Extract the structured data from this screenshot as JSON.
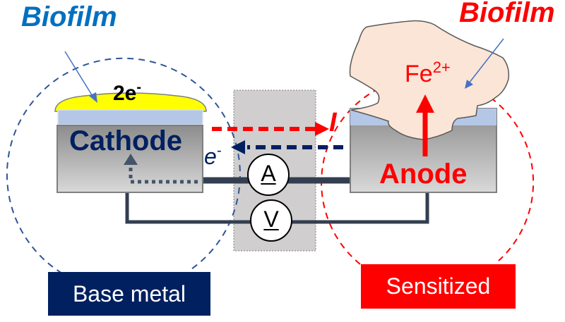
{
  "diagram": {
    "left_biofilm_label": "Biofilm",
    "right_biofilm_label": "Biofilm",
    "electron_pair_label": {
      "base": "2e",
      "sup": "-"
    },
    "cathode_label": "Cathode",
    "anode_label": "Anode",
    "ion_label": {
      "base": "Fe",
      "sup": "2+"
    },
    "electron_flow_label": {
      "base": "e",
      "sup": "-"
    },
    "current_label": "I",
    "ammeter_symbol": "A",
    "voltmeter_symbol": "V",
    "base_metal_tag": "Base metal",
    "sensitized_tag": "Sensitized"
  },
  "colors": {
    "navy": "#002060",
    "red": "#ff0000",
    "biofilm_blue": "#0070c0",
    "biofilm_yellow": "#ffff00",
    "biofilm_peach": "#fbe5d6",
    "passive_layer": "#b4c7e7",
    "wire": "#333f50",
    "instrument_box": "#d0cece"
  }
}
